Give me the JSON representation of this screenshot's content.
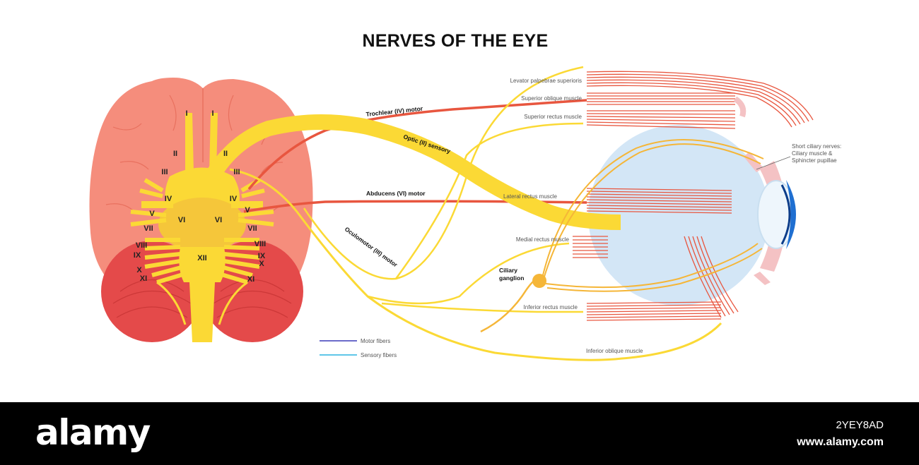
{
  "title": "NERVES OF THE EYE",
  "roman_numerals": {
    "left": [
      "I",
      "II",
      "III",
      "IV",
      "V",
      "VI",
      "VII",
      "VIII",
      "IX",
      "X",
      "XI"
    ],
    "right": [
      "I",
      "II",
      "III",
      "IV",
      "V",
      "VI",
      "VII",
      "VIII",
      "IX",
      "X",
      "XI"
    ],
    "center": "XII"
  },
  "nerve_labels": {
    "trochlear": "Trochlear (IV) motor",
    "optic": "Optic (II) sensory",
    "abducens": "Abducens (VI) motor",
    "oculomotor": "Oculomotor (III) motor",
    "ciliary_ganglion": "Ciliary ganglion"
  },
  "muscle_labels": {
    "levator": "Levator palpebrae superioris",
    "superior_oblique": "Superior oblique muscle",
    "superior_rectus": "Superior rectus muscle",
    "lateral_rectus": "Lateral rectus muscle",
    "medial_rectus": "Medial rectus muscle",
    "inferior_rectus": "Inferior rectus muscle",
    "inferior_oblique": "Inferior oblique muscle"
  },
  "short_ciliary": [
    "Short ciliary nerves:",
    "Ciliary muscle &",
    "Sphincter pupillae"
  ],
  "legend": [
    {
      "label": "Motor fibers",
      "color": "#3a3ab8"
    },
    {
      "label": "Sensory fibers",
      "color": "#2ab4e0"
    }
  ],
  "colors": {
    "nerve_yellow": "#fbd935",
    "nerve_orange": "#f5b638",
    "nerve_red": "#e8563f",
    "brain_pink": "#f58d7c",
    "cerebellum": "#e44a4a",
    "eyeball": "#d3e6f6",
    "iris": "#1f6fd1"
  },
  "footer": {
    "brand": "alamy",
    "image_id": "2YEY8AD",
    "url": "www.alamy.com"
  }
}
